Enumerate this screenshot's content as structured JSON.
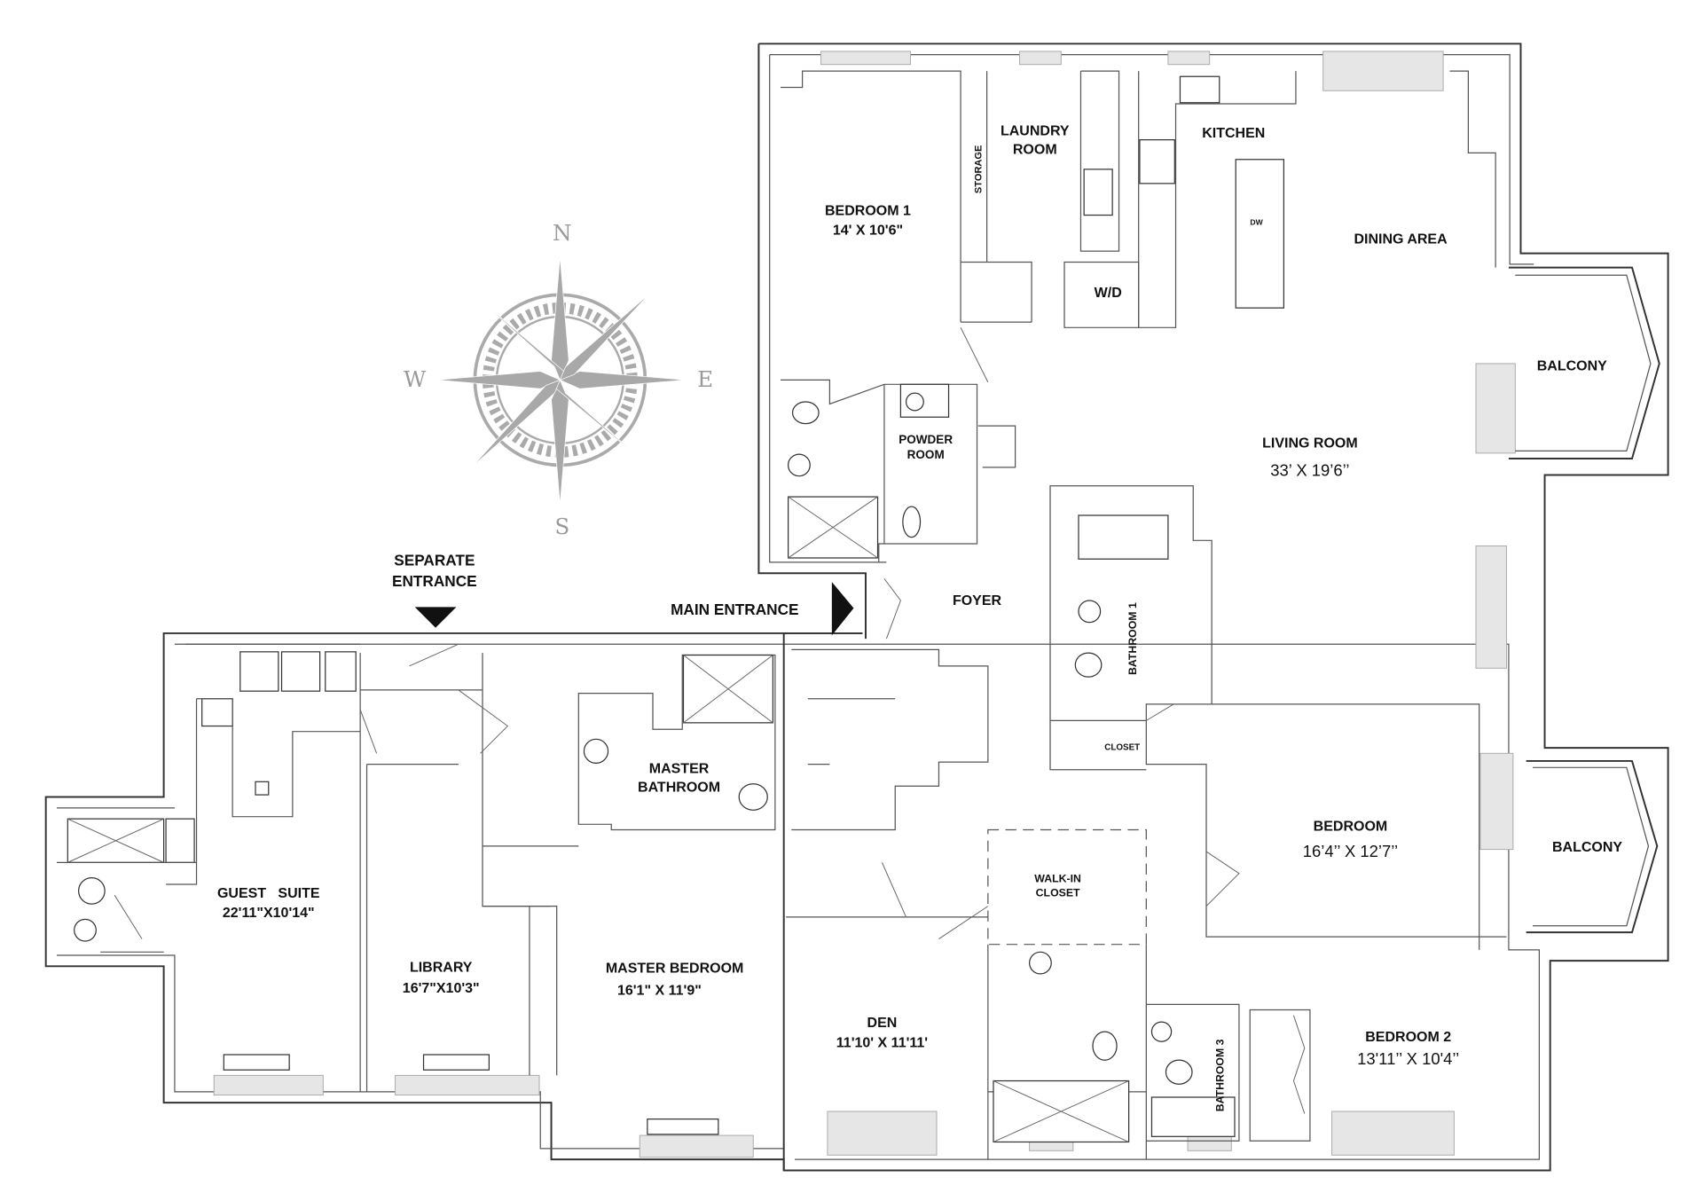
{
  "plan": {
    "compass": {
      "north": "N",
      "south": "S",
      "east": "E",
      "west": "W"
    },
    "entrances": {
      "separate_line1": "SEPARATE",
      "separate_line2": "ENTRANCE",
      "main": "MAIN ENTRANCE"
    },
    "rooms": {
      "bedroom1": {
        "name": "BEDROOM 1",
        "size": "14' X 10'6\""
      },
      "laundry": {
        "line1": "LAUNDRY",
        "line2": "ROOM"
      },
      "storage": "STORAGE",
      "kitchen": "KITCHEN",
      "dw": "DW",
      "wd": "W/D",
      "dining": "DINING AREA",
      "balcony_upper": "BALCONY",
      "living": {
        "name": "LIVING ROOM",
        "size": "33’ X 19’6’’"
      },
      "powder": {
        "line1": "POWDER",
        "line2": "ROOM"
      },
      "foyer": "FOYER",
      "bathroom1": "BATHROOM 1",
      "closet": "CLOSET",
      "master_bath": {
        "line1": "MASTER",
        "line2": "BATHROOM"
      },
      "bedroom": {
        "name": "BEDROOM",
        "size": "16’4’’ X 12’7’’"
      },
      "balcony_lower": "BALCONY",
      "walkin": {
        "line1": "WALK-IN",
        "line2": "CLOSET"
      },
      "guest": {
        "name": "GUEST   SUITE",
        "size": "22'11\"X10'14\""
      },
      "library": {
        "name": "LIBRARY",
        "size": "16'7\"X10'3\""
      },
      "master_bed": {
        "name": "MASTER BEDROOM",
        "size": "16'1\" X 11'9\""
      },
      "den": {
        "name": "DEN",
        "size": "11'10' X 11'11'"
      },
      "bedroom2": {
        "name": "BEDROOM 2",
        "size": "13'11’’ X 10'4’’"
      },
      "bathroom3": "BATHROOM 3"
    }
  }
}
